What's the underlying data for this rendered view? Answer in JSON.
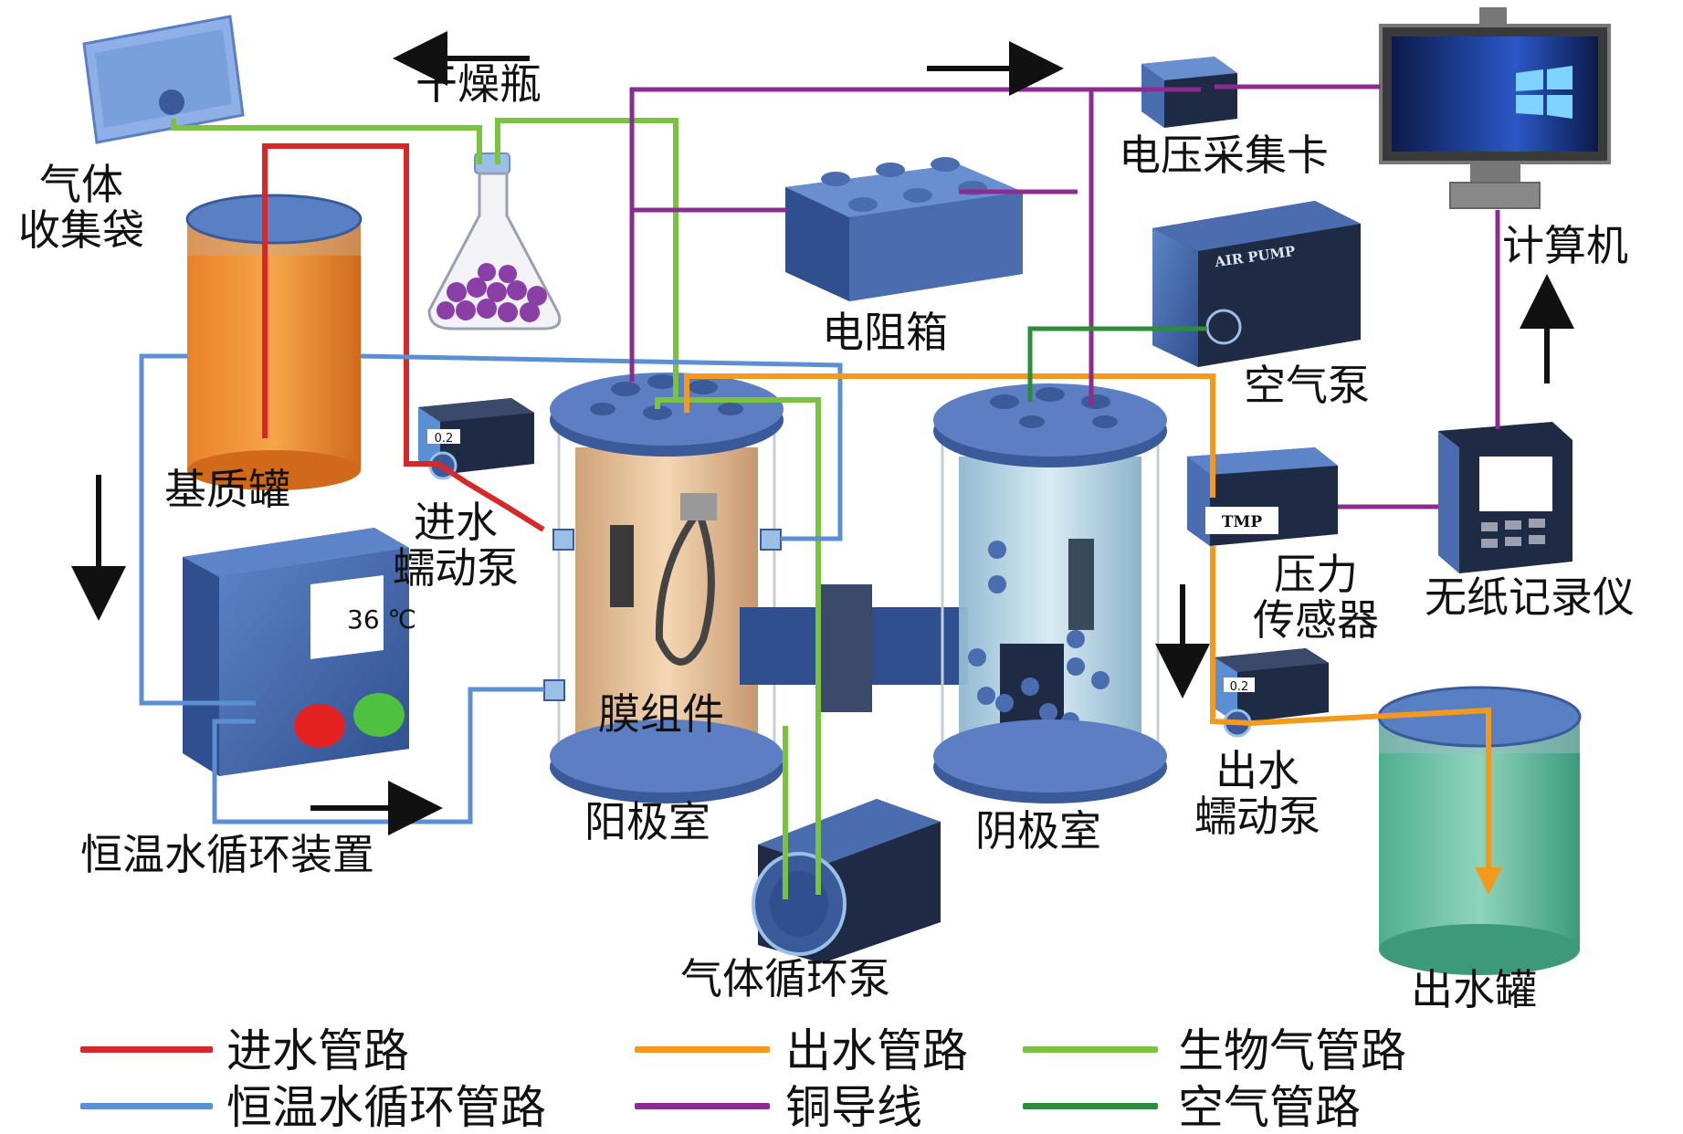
{
  "labels": {
    "gas_bag": "气体\n收集袋",
    "dryer": "干燥瓶",
    "substrate_tank": "基质罐",
    "inlet_pump": "进水\n蠕动泵",
    "thermostat": "恒温水循环装置",
    "temp_display": "36 ℃",
    "resistor_box": "电阻箱",
    "voltage_card": "电压采集卡",
    "computer": "计算机",
    "air_pump": "空气泵",
    "air_pump_text": "AIR PUMP",
    "membrane": "膜组件",
    "anode": "阳极室",
    "cathode": "阴极室",
    "gas_pump": "气体循环泵",
    "pressure_sensor": "压力\n传感器",
    "tmp_text": "TMP",
    "recorder": "无纸记录仪",
    "outlet_pump": "出水\n蠕动泵",
    "pump_display": "0.2",
    "outlet_tank": "出水罐"
  },
  "legend": [
    {
      "label": "进水管路",
      "color": "#d62828"
    },
    {
      "label": "出水管路",
      "color": "#f39a1e"
    },
    {
      "label": "生物气管路",
      "color": "#7cc242"
    },
    {
      "label": "恒温水循环管路",
      "color": "#5b8fd4"
    },
    {
      "label": "铜导线",
      "color": "#8b2d8f"
    },
    {
      "label": "空气管路",
      "color": "#2e8b3a"
    }
  ],
  "colors": {
    "inlet": "#d62828",
    "outlet": "#f39a1e",
    "biogas": "#7cc242",
    "water_loop": "#5b8fd4",
    "copper": "#8b2d8f",
    "air": "#2e8b3a",
    "equipment": "#3b5a9a"
  }
}
